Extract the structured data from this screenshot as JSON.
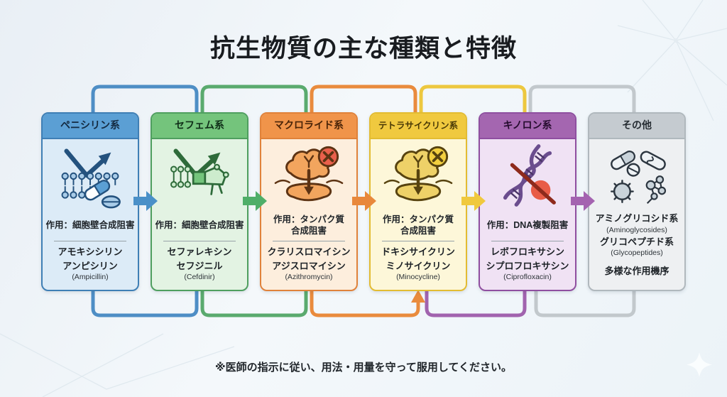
{
  "title": "抗生物質の主な種類と特徴",
  "footer_note": "※医師の指示に従い、用法・用量を守って服用してください。",
  "cards": [
    {
      "name": "ペニシリン系",
      "icon": "cell-membrane-arrow-pills-icon",
      "action_line1": "作用：細胞壁合成阻害",
      "action_line2": "",
      "drug1": "アモキシシリン",
      "drug2": "アンピシリン",
      "romaji": "(Ampicillin)",
      "colors": {
        "header": "#5b9fd4",
        "border": "#3f7fb5",
        "body": "#dcebf7",
        "accent": "#4a90c8"
      }
    },
    {
      "name": "セフェム系",
      "icon": "beta-lactam-structure-arrow-icon",
      "action_line1": "作用：細胞壁合成阻害",
      "action_line2": "",
      "drug1": "セファレキシン",
      "drug2": "セフジニル",
      "romaji": "(Cefdinir)",
      "colors": {
        "header": "#74c47c",
        "border": "#4f9f5f",
        "body": "#e3f3e3",
        "accent": "#4fae68"
      }
    },
    {
      "name": "マクロライド系",
      "icon": "ribosome-blocked-icon",
      "action_line1": "作用：タンパク質",
      "action_line2": "合成阻害",
      "drug1": "クラリスロマイシン",
      "drug2": "アジスロマイシン",
      "romaji": "(Azithromycin)",
      "colors": {
        "header": "#f0944a",
        "border": "#e0823a",
        "body": "#fdeedd",
        "accent": "#e8883c"
      }
    },
    {
      "name": "テトラサイクリン系",
      "icon": "ribosome-blocked-icon",
      "action_line1": "作用：タンパク質",
      "action_line2": "合成阻害",
      "drug1": "ドキシサイクリン",
      "drug2": "ミノサイクリン",
      "romaji": "(Minocycline)",
      "colors": {
        "header": "#f0c93f",
        "border": "#e3bc32",
        "body": "#fdf7d9",
        "accent": "#f0c93e"
      }
    },
    {
      "name": "キノロン系",
      "icon": "dna-helix-blocked-icon",
      "action_line1": "作用：DNA複製阻害",
      "action_line2": "",
      "drug1": "レボフロキサシン",
      "drug2": "シプロフロキサシン",
      "romaji": "(Ciprofloxacin)",
      "colors": {
        "header": "#a466b0",
        "border": "#8f4fa0",
        "body": "#f0e2f4",
        "accent": "#a463b0"
      }
    },
    {
      "name": "その他",
      "icon": "assorted-antibiotics-icon",
      "line1": "アミノグリコシド系",
      "line2": "(Aminoglycosides)",
      "line3": "グリコペプチド系",
      "line4": "(Glycopeptides)",
      "line5": "多様な作用機序",
      "colors": {
        "header": "#c5cbd0",
        "border": "#b0b8bd",
        "body": "#eef0f2",
        "accent": "#c2c8cc"
      }
    }
  ],
  "connectors": {
    "top": [
      {
        "color": "#4e8ec5"
      },
      {
        "color": "#5aaa6e"
      },
      {
        "color": "#e98b3d"
      },
      {
        "color": "#edc83f"
      },
      {
        "color": "#c2c8cc"
      }
    ],
    "bottom": [
      {
        "color": "#4e8ec5"
      },
      {
        "color": "#5aaa6e"
      },
      {
        "color": "#e98b3d",
        "arrow": "up"
      },
      {
        "color": "#a163ae"
      },
      {
        "color": "#c2c8cc"
      }
    ]
  },
  "flow_arrows": [
    {
      "color": "#4a90c8"
    },
    {
      "color": "#4fae68"
    },
    {
      "color": "#e8883c"
    },
    {
      "color": "#f0c93e"
    },
    {
      "color": "#a463b0"
    }
  ],
  "palette": {
    "background": "#edf3f8",
    "title_color": "#191c20"
  }
}
